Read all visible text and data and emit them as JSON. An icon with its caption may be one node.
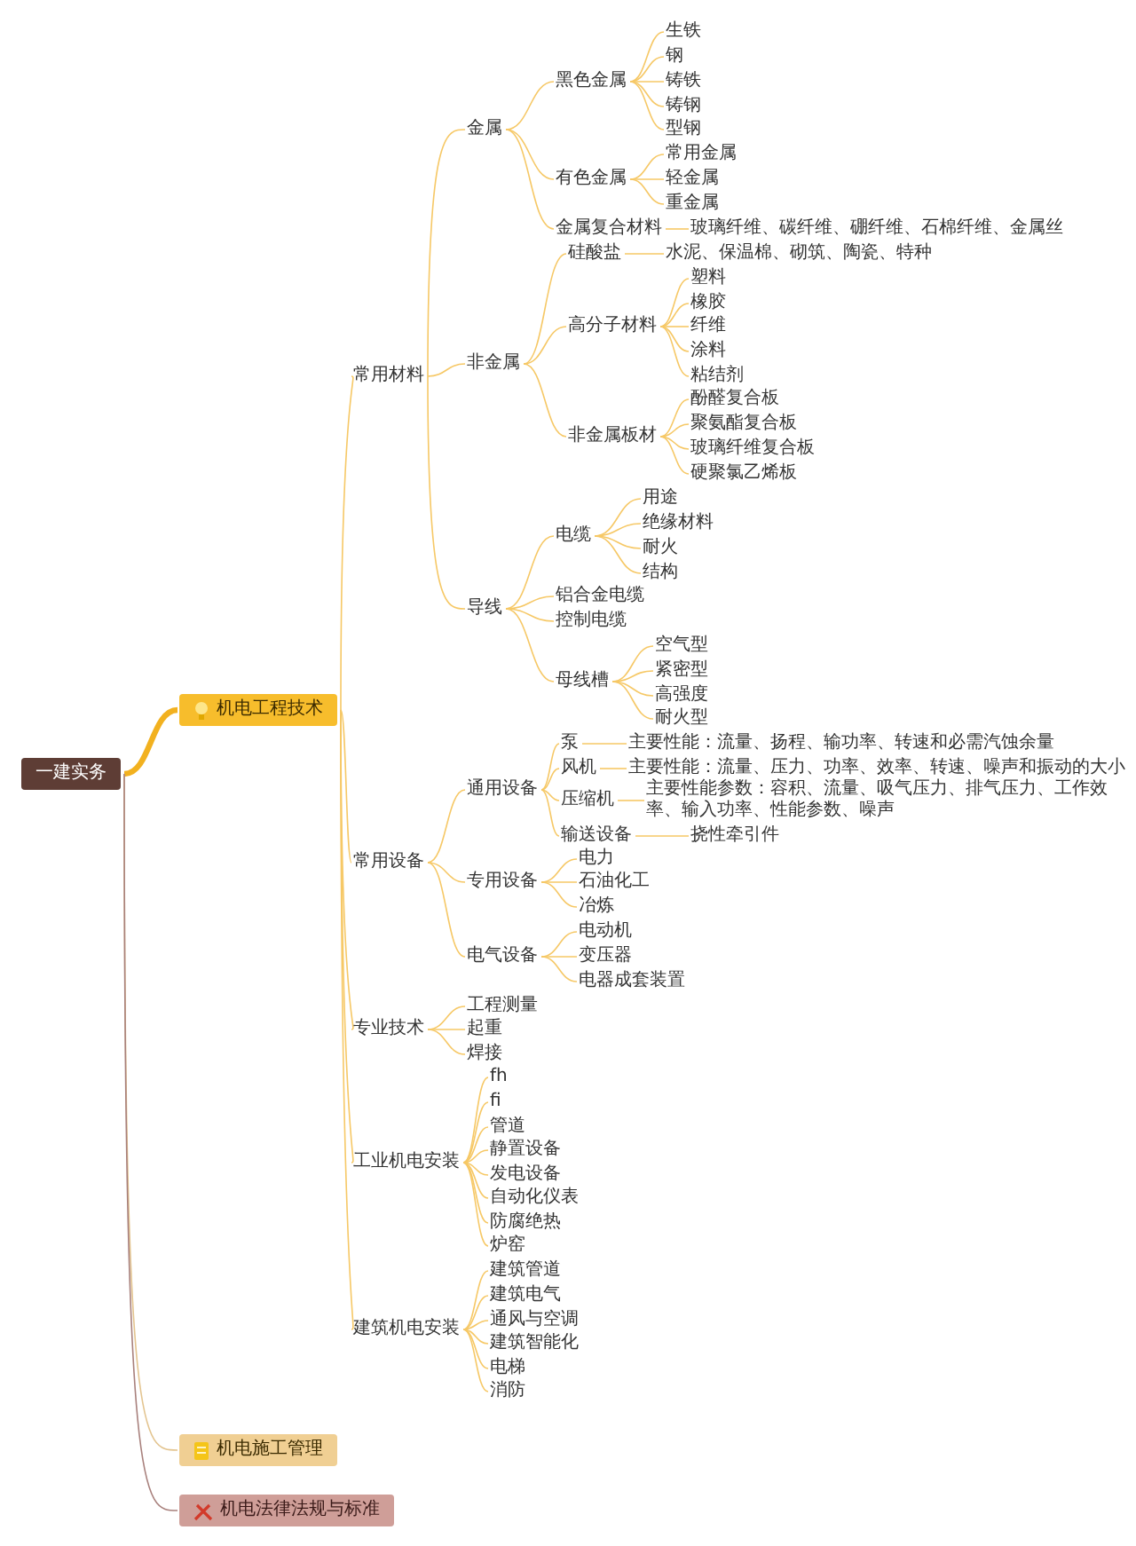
{
  "diagram": {
    "nodes": [
      {
        "text": [
          "一建实务"
        ]
      },
      {
        "text": [
          "机电工程技术"
        ]
      },
      {
        "text": [
          "常用材料"
        ]
      },
      {
        "text": [
          "金属"
        ]
      },
      {
        "text": [
          "黑色金属"
        ]
      },
      {
        "text": [
          "生铁"
        ]
      },
      {
        "text": [
          "钢"
        ]
      },
      {
        "text": [
          "铸铁"
        ]
      },
      {
        "text": [
          "铸钢"
        ]
      },
      {
        "text": [
          "型钢"
        ]
      },
      {
        "text": [
          "有色金属"
        ]
      },
      {
        "text": [
          "常用金属"
        ]
      },
      {
        "text": [
          "轻金属"
        ]
      },
      {
        "text": [
          "重金属"
        ]
      },
      {
        "text": [
          "金属复合材料"
        ]
      },
      {
        "text": [
          "玻璃纤维、碳纤维、硼纤维、石棉纤维、金属丝"
        ]
      },
      {
        "text": [
          "硅酸盐"
        ]
      },
      {
        "text": [
          "水泥、保温棉、砌筑、陶瓷、特种"
        ]
      },
      {
        "text": [
          "非金属"
        ]
      },
      {
        "text": [
          "高分子材料"
        ]
      },
      {
        "text": [
          "塑料"
        ]
      },
      {
        "text": [
          "橡胶"
        ]
      },
      {
        "text": [
          "纤维"
        ]
      },
      {
        "text": [
          "涂料"
        ]
      },
      {
        "text": [
          "粘结剂"
        ]
      },
      {
        "text": [
          "非金属板材"
        ]
      },
      {
        "text": [
          "酚醛复合板"
        ]
      },
      {
        "text": [
          "聚氨酯复合板"
        ]
      },
      {
        "text": [
          "玻璃纤维复合板"
        ]
      },
      {
        "text": [
          "硬聚氯乙烯板"
        ]
      },
      {
        "text": [
          "导线"
        ]
      },
      {
        "text": [
          "电缆"
        ]
      },
      {
        "text": [
          "用途"
        ]
      },
      {
        "text": [
          "绝缘材料"
        ]
      },
      {
        "text": [
          "耐火"
        ]
      },
      {
        "text": [
          "结构"
        ]
      },
      {
        "text": [
          "铝合金电缆"
        ]
      },
      {
        "text": [
          "控制电缆"
        ]
      },
      {
        "text": [
          "母线槽"
        ]
      },
      {
        "text": [
          "空气型"
        ]
      },
      {
        "text": [
          "紧密型"
        ]
      },
      {
        "text": [
          "高强度"
        ]
      },
      {
        "text": [
          "耐火型"
        ]
      },
      {
        "text": [
          "常用设备"
        ]
      },
      {
        "text": [
          "通用设备"
        ]
      },
      {
        "text": [
          "泵"
        ]
      },
      {
        "text": [
          "主要性能：流量、扬程、输功率、转速和必需汽蚀余量"
        ]
      },
      {
        "text": [
          "风机"
        ]
      },
      {
        "text": [
          "主要性能：流量、压力、功率、效率、转速、噪声和振动的大小"
        ]
      },
      {
        "text": [
          "压缩机"
        ]
      },
      {
        "text": [
          "主要性能参数：容积、流量、吸气压力、排气压力、工作效率、输入功率、性能参数、噪声"
        ]
      },
      {
        "text": [
          "输送设备"
        ]
      },
      {
        "text": [
          "挠性牵引件"
        ]
      },
      {
        "text": [
          "专用设备"
        ]
      },
      {
        "text": [
          "电力"
        ]
      },
      {
        "text": [
          "石油化工"
        ]
      },
      {
        "text": [
          "冶炼"
        ]
      },
      {
        "text": [
          "电气设备"
        ]
      },
      {
        "text": [
          "电动机"
        ]
      },
      {
        "text": [
          "变压器"
        ]
      },
      {
        "text": [
          "电器成套装置"
        ]
      },
      {
        "text": [
          "专业技术"
        ]
      },
      {
        "text": [
          "工程测量"
        ]
      },
      {
        "text": [
          "起重"
        ]
      },
      {
        "text": [
          "焊接"
        ]
      },
      {
        "text": [
          "工业机电安装"
        ]
      },
      {
        "text": [
          "fh"
        ]
      },
      {
        "text": [
          "fi"
        ]
      },
      {
        "text": [
          "管道"
        ]
      },
      {
        "text": [
          "静置设备"
        ]
      },
      {
        "text": [
          "发电设备"
        ]
      },
      {
        "text": [
          "自动化仪表"
        ]
      },
      {
        "text": [
          "防腐绝热"
        ]
      },
      {
        "text": [
          "炉窑"
        ]
      },
      {
        "text": [
          "建筑机电安装"
        ]
      },
      {
        "text": [
          "建筑管道"
        ]
      },
      {
        "text": [
          "建筑电气"
        ]
      },
      {
        "text": [
          "通风与空调"
        ]
      },
      {
        "text": [
          "建筑智能化"
        ]
      },
      {
        "text": [
          "电梯"
        ]
      },
      {
        "text": [
          "消防"
        ]
      },
      {
        "text": [
          "机电施工管理"
        ]
      },
      {
        "text": [
          "机电法律法规与标准"
        ]
      }
    ],
    "edges": [
      {
        "from": 0,
        "to": 1,
        "arrow": "none",
        "style": "thick",
        "color": "#f2b11f"
      },
      {
        "from": 0,
        "to": 81,
        "arrow": "none",
        "color": "#e3c48f"
      },
      {
        "from": 0,
        "to": 82,
        "arrow": "none",
        "color": "#a8807c"
      },
      {
        "from": 1,
        "to": 2,
        "arrow": "none"
      },
      {
        "from": 1,
        "to": 43,
        "arrow": "none"
      },
      {
        "from": 1,
        "to": 61,
        "arrow": "none"
      },
      {
        "from": 1,
        "to": 65,
        "arrow": "none"
      },
      {
        "from": 1,
        "to": 74,
        "arrow": "none"
      },
      {
        "from": 2,
        "to": 3,
        "arrow": "none"
      },
      {
        "from": 2,
        "to": 18,
        "arrow": "none"
      },
      {
        "from": 2,
        "to": 30,
        "arrow": "none"
      },
      {
        "from": 3,
        "to": 4,
        "arrow": "none"
      },
      {
        "from": 3,
        "to": 10,
        "arrow": "none"
      },
      {
        "from": 3,
        "to": 14,
        "arrow": "none"
      },
      {
        "from": 4,
        "to": 5,
        "arrow": "none"
      },
      {
        "from": 4,
        "to": 6,
        "arrow": "none"
      },
      {
        "from": 4,
        "to": 7,
        "arrow": "none"
      },
      {
        "from": 4,
        "to": 8,
        "arrow": "none"
      },
      {
        "from": 4,
        "to": 9,
        "arrow": "none"
      },
      {
        "from": 10,
        "to": 11,
        "arrow": "none"
      },
      {
        "from": 10,
        "to": 12,
        "arrow": "none"
      },
      {
        "from": 10,
        "to": 13,
        "arrow": "none"
      },
      {
        "from": 14,
        "to": 15,
        "arrow": "none"
      },
      {
        "from": 18,
        "to": 16,
        "arrow": "none"
      },
      {
        "from": 16,
        "to": 17,
        "arrow": "none"
      },
      {
        "from": 18,
        "to": 19,
        "arrow": "none"
      },
      {
        "from": 19,
        "to": 20,
        "arrow": "none"
      },
      {
        "from": 19,
        "to": 21,
        "arrow": "none"
      },
      {
        "from": 19,
        "to": 22,
        "arrow": "none"
      },
      {
        "from": 19,
        "to": 23,
        "arrow": "none"
      },
      {
        "from": 19,
        "to": 24,
        "arrow": "none"
      },
      {
        "from": 18,
        "to": 25,
        "arrow": "none"
      },
      {
        "from": 25,
        "to": 26,
        "arrow": "none"
      },
      {
        "from": 25,
        "to": 27,
        "arrow": "none"
      },
      {
        "from": 25,
        "to": 28,
        "arrow": "none"
      },
      {
        "from": 25,
        "to": 29,
        "arrow": "none"
      },
      {
        "from": 30,
        "to": 31,
        "arrow": "none"
      },
      {
        "from": 31,
        "to": 32,
        "arrow": "none"
      },
      {
        "from": 31,
        "to": 33,
        "arrow": "none"
      },
      {
        "from": 31,
        "to": 34,
        "arrow": "none"
      },
      {
        "from": 31,
        "to": 35,
        "arrow": "none"
      },
      {
        "from": 30,
        "to": 36,
        "arrow": "none"
      },
      {
        "from": 30,
        "to": 37,
        "arrow": "none"
      },
      {
        "from": 30,
        "to": 38,
        "arrow": "none"
      },
      {
        "from": 38,
        "to": 39,
        "arrow": "none"
      },
      {
        "from": 38,
        "to": 40,
        "arrow": "none"
      },
      {
        "from": 38,
        "to": 41,
        "arrow": "none"
      },
      {
        "from": 38,
        "to": 42,
        "arrow": "none"
      },
      {
        "from": 43,
        "to": 44,
        "arrow": "none"
      },
      {
        "from": 44,
        "to": 45,
        "arrow": "none"
      },
      {
        "from": 45,
        "to": 46,
        "arrow": "none"
      },
      {
        "from": 44,
        "to": 47,
        "arrow": "none"
      },
      {
        "from": 47,
        "to": 48,
        "arrow": "none"
      },
      {
        "from": 44,
        "to": 49,
        "arrow": "none"
      },
      {
        "from": 49,
        "to": 50,
        "arrow": "none"
      },
      {
        "from": 44,
        "to": 51,
        "arrow": "none"
      },
      {
        "from": 51,
        "to": 52,
        "arrow": "none"
      },
      {
        "from": 43,
        "to": 53,
        "arrow": "none"
      },
      {
        "from": 53,
        "to": 54,
        "arrow": "none"
      },
      {
        "from": 53,
        "to": 55,
        "arrow": "none"
      },
      {
        "from": 53,
        "to": 56,
        "arrow": "none"
      },
      {
        "from": 43,
        "to": 57,
        "arrow": "none"
      },
      {
        "from": 57,
        "to": 58,
        "arrow": "none"
      },
      {
        "from": 57,
        "to": 59,
        "arrow": "none"
      },
      {
        "from": 57,
        "to": 60,
        "arrow": "none"
      },
      {
        "from": 61,
        "to": 62,
        "arrow": "none"
      },
      {
        "from": 61,
        "to": 63,
        "arrow": "none"
      },
      {
        "from": 61,
        "to": 64,
        "arrow": "none"
      },
      {
        "from": 65,
        "to": 66,
        "arrow": "none"
      },
      {
        "from": 65,
        "to": 67,
        "arrow": "none"
      },
      {
        "from": 65,
        "to": 68,
        "arrow": "none"
      },
      {
        "from": 65,
        "to": 69,
        "arrow": "none"
      },
      {
        "from": 65,
        "to": 70,
        "arrow": "none"
      },
      {
        "from": 65,
        "to": 71,
        "arrow": "none"
      },
      {
        "from": 65,
        "to": 72,
        "arrow": "none"
      },
      {
        "from": 65,
        "to": 73,
        "arrow": "none"
      },
      {
        "from": 74,
        "to": 75,
        "arrow": "none"
      },
      {
        "from": 74,
        "to": 76,
        "arrow": "none"
      },
      {
        "from": 74,
        "to": 77,
        "arrow": "none"
      },
      {
        "from": 74,
        "to": 78,
        "arrow": "none"
      },
      {
        "from": 74,
        "to": 79,
        "arrow": "none"
      },
      {
        "from": 74,
        "to": 80,
        "arrow": "none"
      }
    ]
  }
}
